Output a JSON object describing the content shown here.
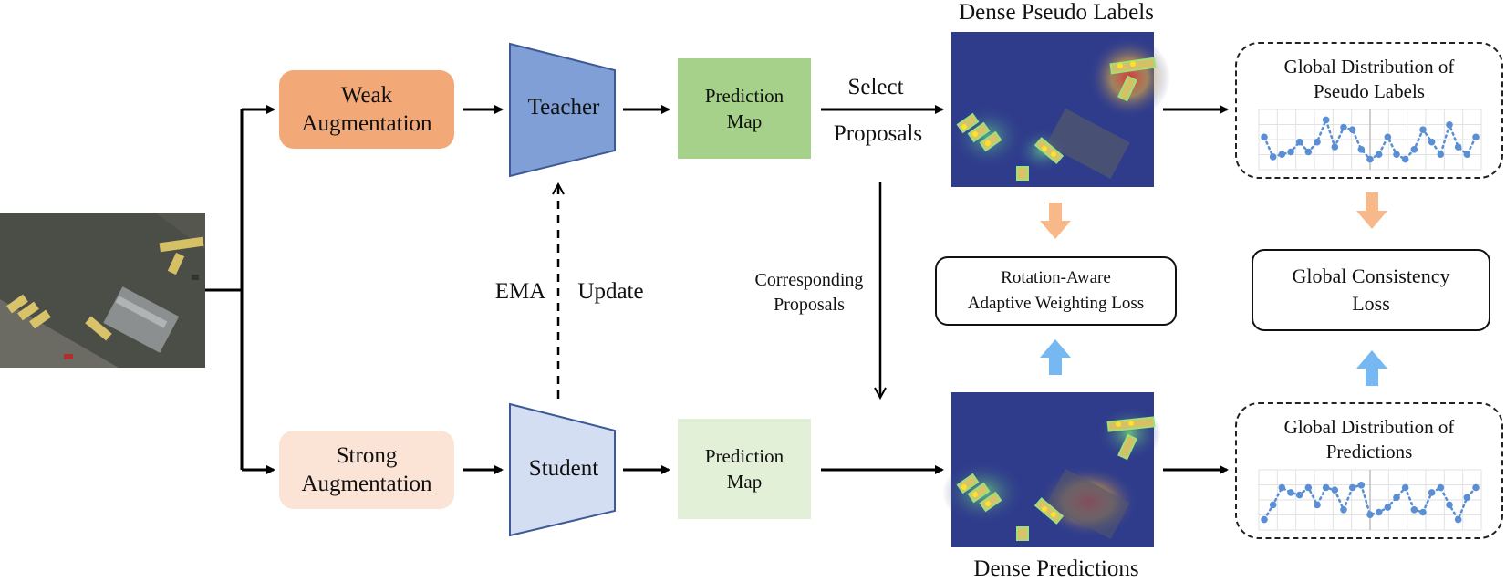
{
  "nodes": {
    "weak_aug": [
      "Weak",
      "Augmentation"
    ],
    "strong_aug": [
      "Strong",
      "Augmentation"
    ],
    "teacher": "Teacher",
    "student": "Student",
    "pred_map_top": [
      "Prediction",
      "Map"
    ],
    "pred_map_bottom": [
      "Prediction",
      "Map"
    ],
    "rotation_loss": [
      "Rotation-Aware",
      "Adaptive Weighting Loss"
    ],
    "global_loss": [
      "Global Consistency",
      "Loss"
    ],
    "dist_pseudo": [
      "Global Distribution of",
      "Pseudo Labels"
    ],
    "dist_pred": [
      "Global Distribution of",
      "Predictions"
    ]
  },
  "labels": {
    "select": "Select",
    "proposals": "Proposals",
    "corresponding": [
      "Corresponding",
      "Proposals"
    ],
    "ema": "EMA",
    "update": "Update",
    "dense_pseudo": "Dense Pseudo Labels",
    "dense_predictions": "Dense Predictions"
  },
  "colors": {
    "weak_aug": "#f3a878",
    "strong_aug": "#fbe3d5",
    "teacher": "#7f9fd6",
    "student": "#d4def3",
    "pred_top": "#a5d18a",
    "pred_bottom": "#e2f0d8",
    "orange_arrow": "#f7b98a",
    "blue_arrow": "#76b8f2",
    "series": "#5b8fd4"
  },
  "chart_data": [
    {
      "type": "line",
      "title": "Global Distribution of Pseudo Labels",
      "x": [
        1,
        2,
        3,
        4,
        5,
        6,
        7,
        8,
        9,
        10,
        11,
        12,
        13,
        14,
        15,
        16,
        17,
        18,
        19,
        20,
        21,
        22,
        23,
        24,
        25
      ],
      "series": [
        {
          "values": [
            0.55,
            0.15,
            0.2,
            0.25,
            0.45,
            0.25,
            0.45,
            0.9,
            0.35,
            0.75,
            0.7,
            0.3,
            0.1,
            0.2,
            0.55,
            0.2,
            0.1,
            0.3,
            0.7,
            0.45,
            0.2,
            0.8,
            0.35,
            0.2,
            0.55
          ]
        }
      ]
    },
    {
      "type": "line",
      "title": "Global Distribution of Predictions",
      "x": [
        1,
        2,
        3,
        4,
        5,
        6,
        7,
        8,
        9,
        10,
        11,
        12,
        13,
        14,
        15,
        16,
        17,
        18,
        19,
        20,
        21,
        22,
        23,
        24,
        25
      ],
      "series": [
        {
          "values": [
            0.1,
            0.4,
            0.75,
            0.65,
            0.6,
            0.75,
            0.4,
            0.75,
            0.7,
            0.3,
            0.75,
            0.8,
            0.2,
            0.25,
            0.35,
            0.55,
            0.75,
            0.3,
            0.25,
            0.65,
            0.75,
            0.4,
            0.1,
            0.55,
            0.75
          ]
        }
      ]
    }
  ]
}
